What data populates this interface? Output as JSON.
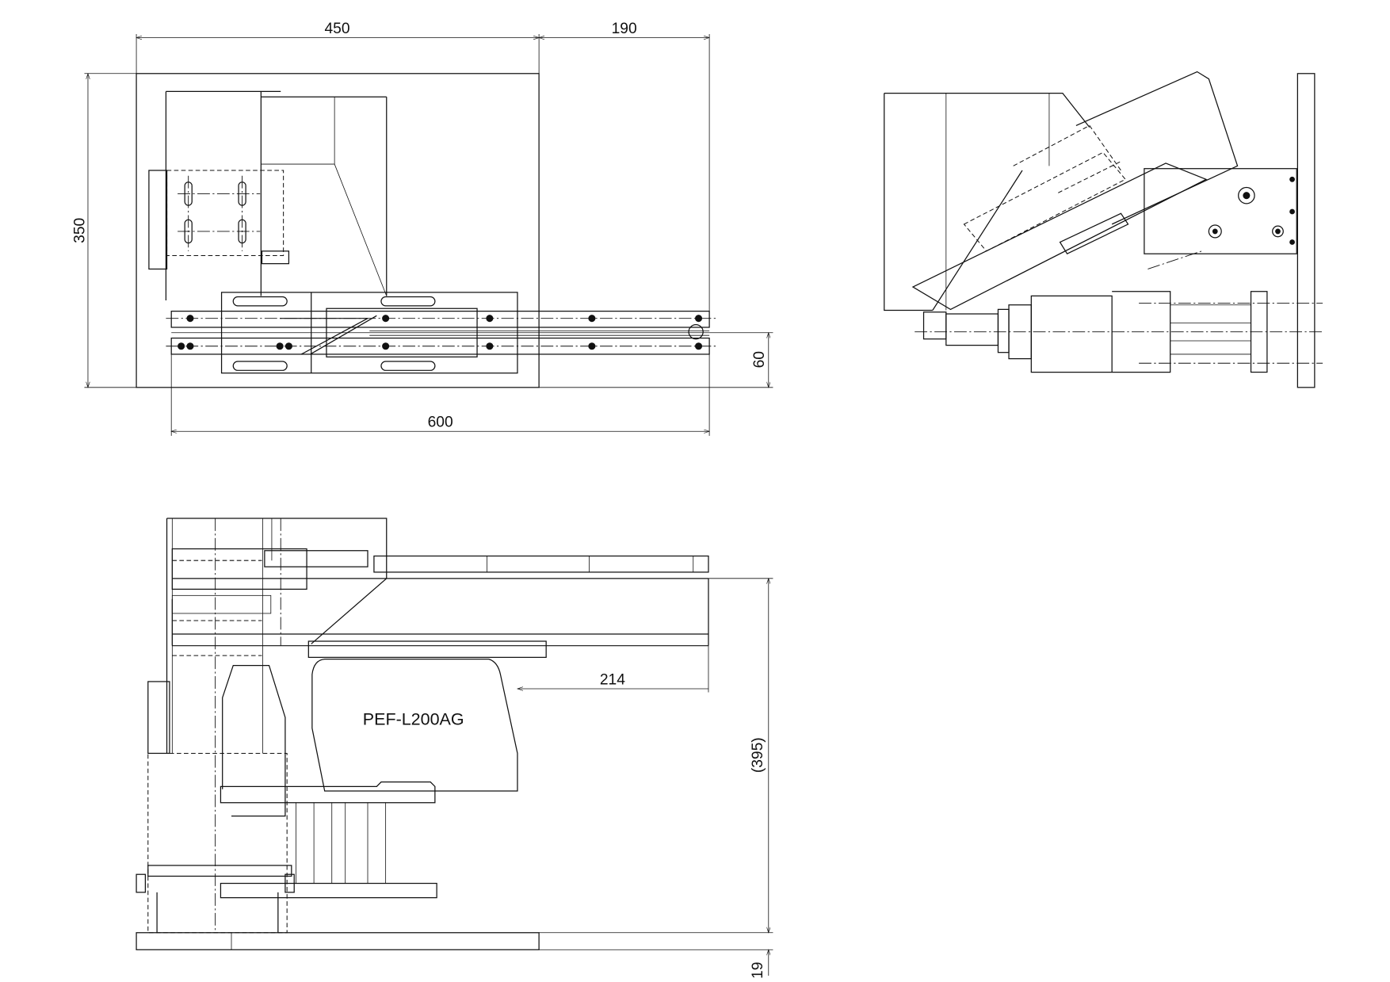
{
  "dimensions": {
    "top_width_left": "450",
    "top_width_right": "190",
    "top_height": "350",
    "top_offset": "60",
    "top_rail_length": "600",
    "front_overhang": "214",
    "front_height": "(395)",
    "front_base": "19"
  },
  "front_view": {
    "model_label": "PEF-L200AG"
  }
}
